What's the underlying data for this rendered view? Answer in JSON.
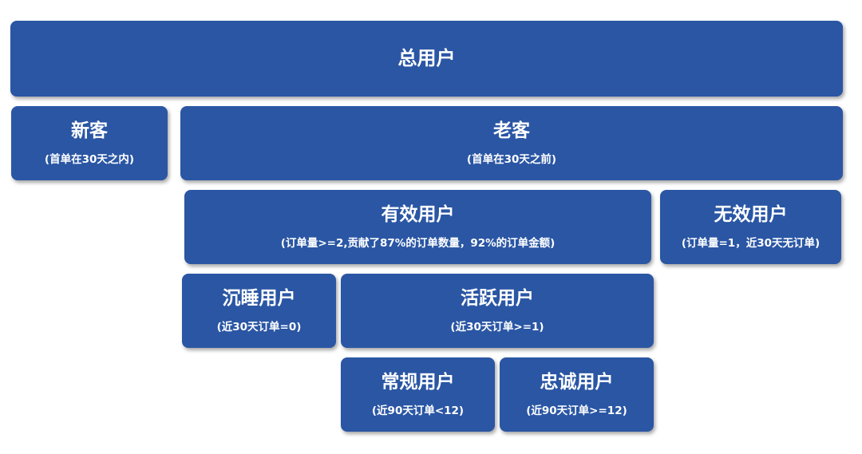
{
  "colors": {
    "box_fill": "#2a56a4",
    "text": "#ffffff",
    "background": "#ffffff"
  },
  "nodes": {
    "total": {
      "title": "总用户"
    },
    "new": {
      "title": "新客",
      "subtitle": "(首单在30天之内)"
    },
    "old": {
      "title": "老客",
      "subtitle": "(首单在30天之前)"
    },
    "valid": {
      "title": "有效用户",
      "subtitle": "(订单量>=2,贡献了87%的订单数量，92%的订单金额)"
    },
    "invalid": {
      "title": "无效用户",
      "subtitle": "(订单量=1，近30天无订单)"
    },
    "dormant": {
      "title": "沉睡用户",
      "subtitle": "(近30天订单=0)"
    },
    "active": {
      "title": "活跃用户",
      "subtitle": "(近30天订单>=1)"
    },
    "regular": {
      "title": "常规用户",
      "subtitle": "(近90天订单<12)"
    },
    "loyal": {
      "title": "忠诚用户",
      "subtitle": "(近90天订单>=12)"
    }
  }
}
